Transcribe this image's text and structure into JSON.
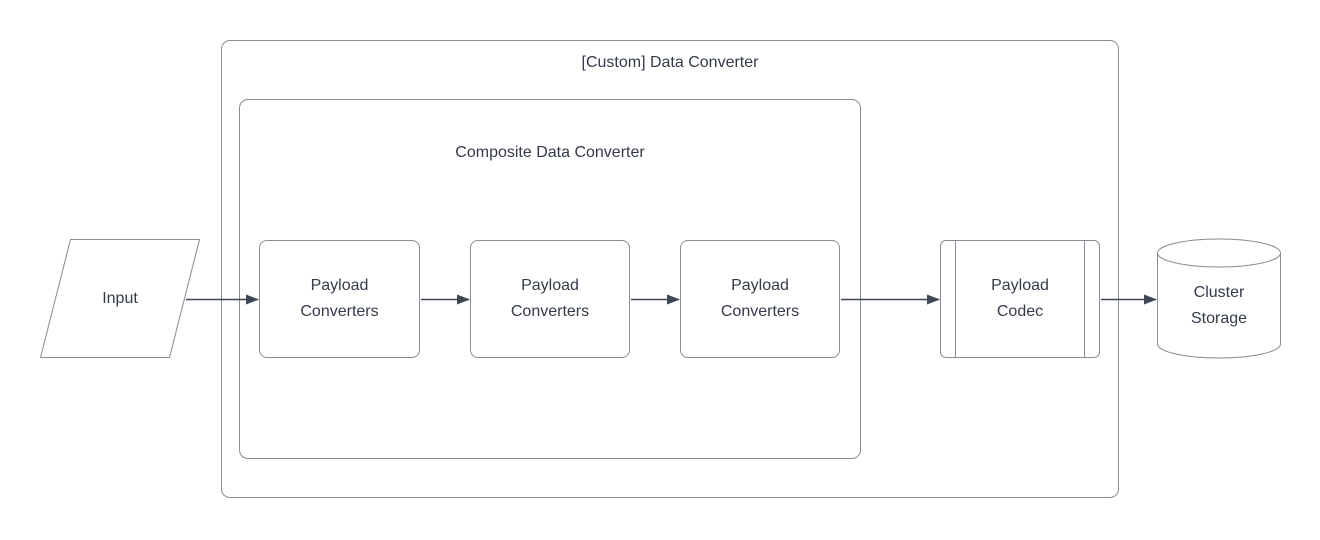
{
  "colors": {
    "background": "#ffffff",
    "box_stroke": "#868d96",
    "arrow": "#3e4754",
    "text": "#333b48"
  },
  "diagram": {
    "outer_group": {
      "title": "[Custom] Data Converter"
    },
    "inner_group": {
      "title": "Composite Data Converter"
    },
    "input": {
      "label": "Input"
    },
    "converters": [
      {
        "label": "Payload\nConverters"
      },
      {
        "label": "Payload\nConverters"
      },
      {
        "label": "Payload\nConverters"
      }
    ],
    "codec": {
      "label": "Payload\nCodec"
    },
    "storage": {
      "label": "Cluster\nStorage"
    }
  }
}
